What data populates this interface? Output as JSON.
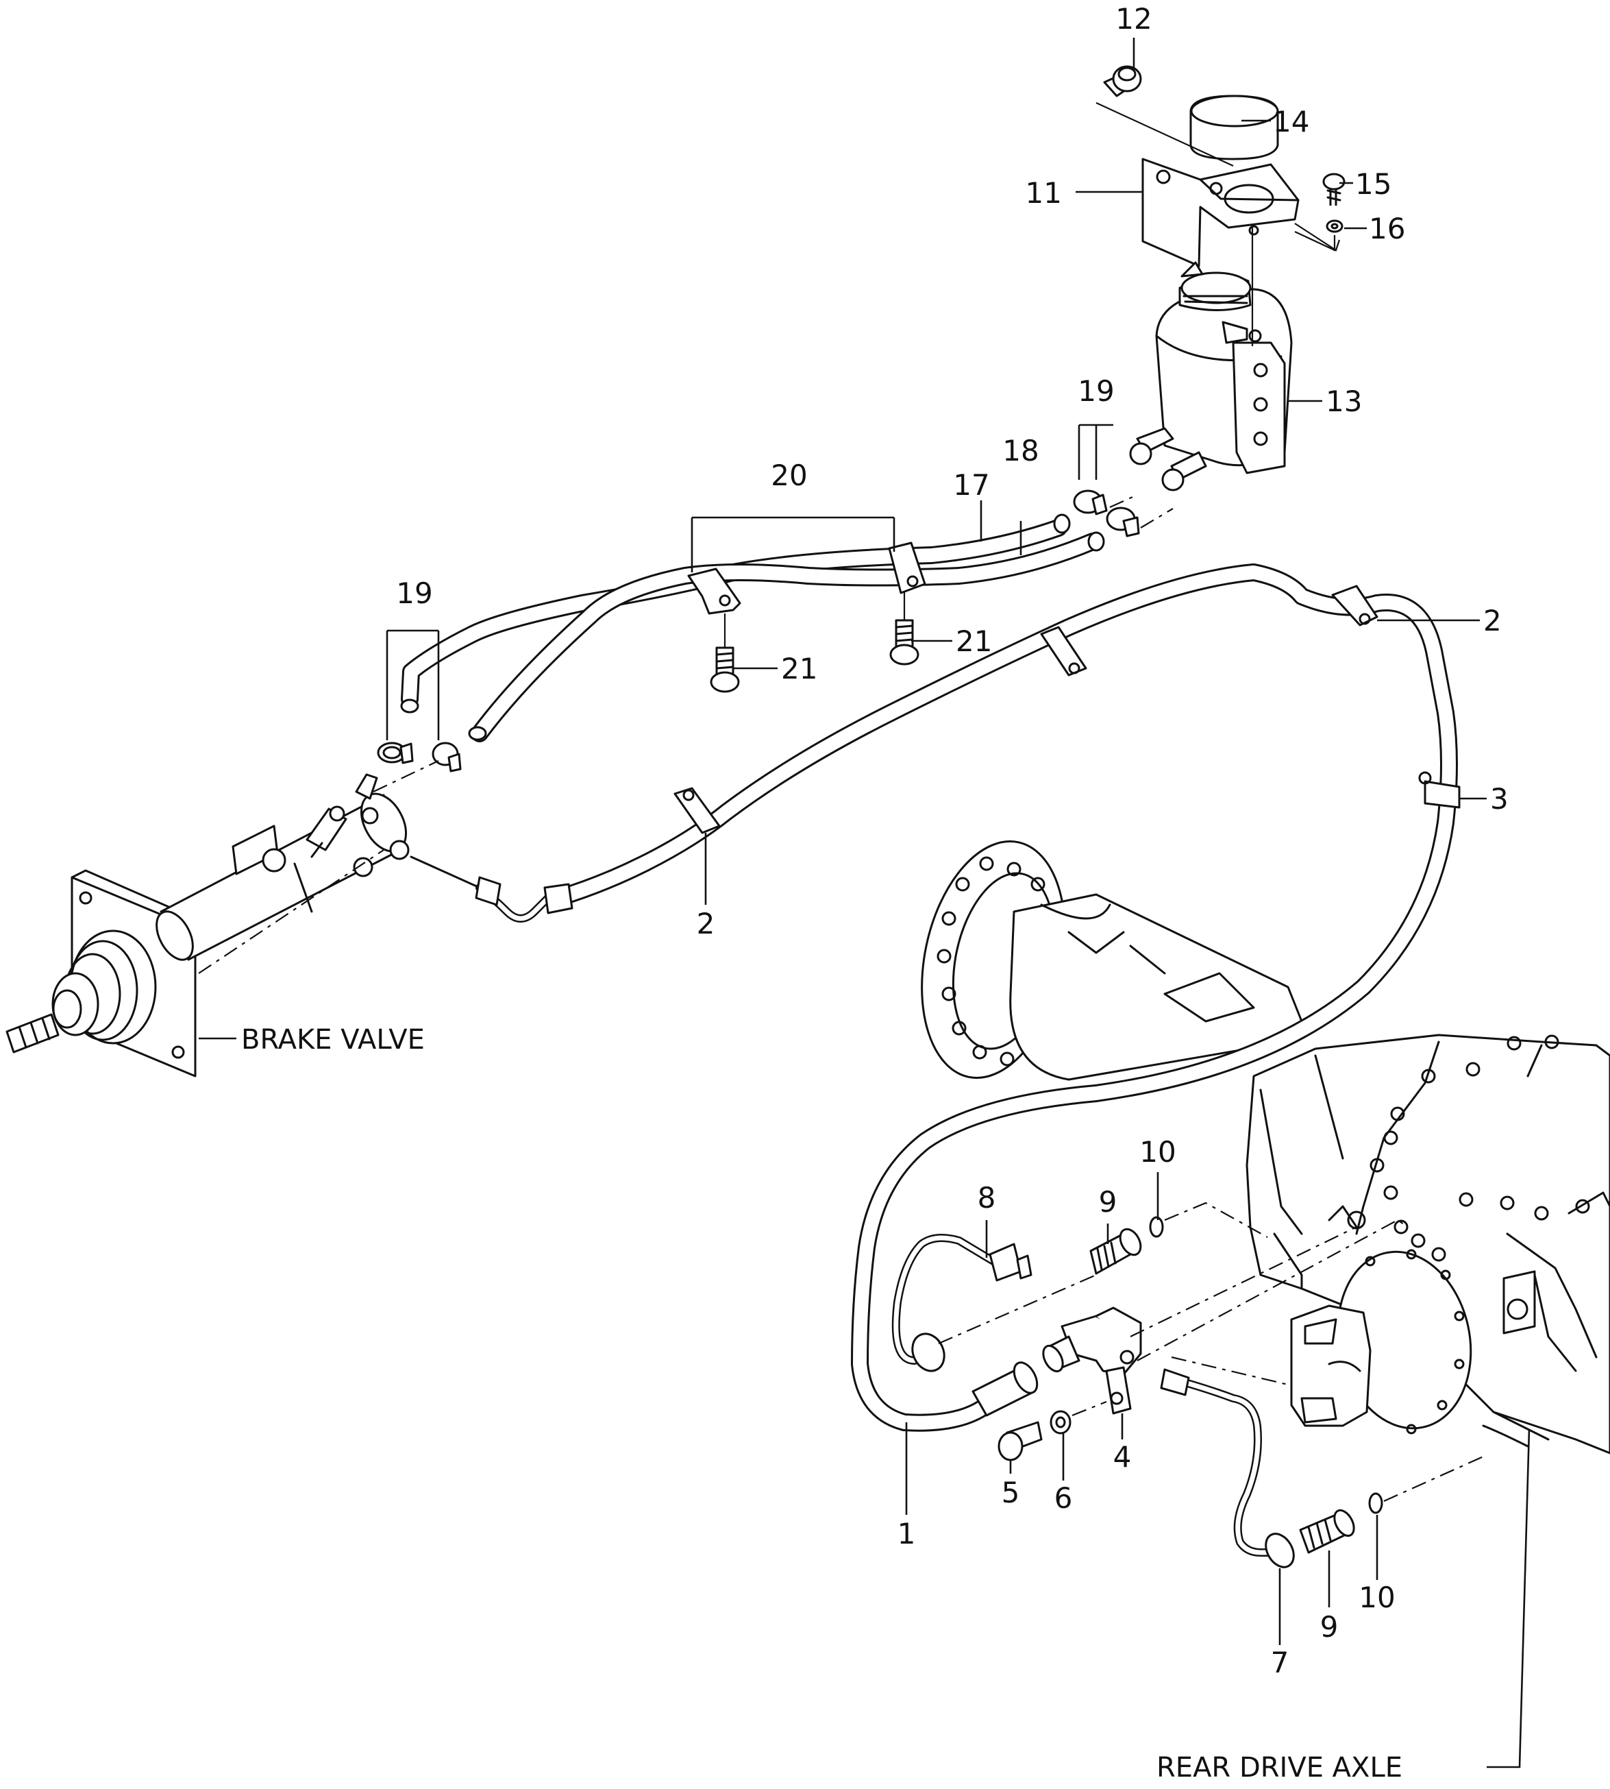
{
  "callouts": {
    "c1": "1",
    "c2a": "2",
    "c2b": "2",
    "c3": "3",
    "c4": "4",
    "c5": "5",
    "c6": "6",
    "c7": "7",
    "c8": "8",
    "c9a": "9",
    "c9b": "9",
    "c10a": "10",
    "c10b": "10",
    "c11": "11",
    "c12": "12",
    "c13": "13",
    "c14": "14",
    "c15": "15",
    "c16": "16",
    "c17": "17",
    "c18": "18",
    "c19a": "19",
    "c19b": "19",
    "c20": "20",
    "c21a": "21",
    "c21b": "21"
  },
  "notes": {
    "brake_valve": "BRAKE VALVE",
    "rear_drive_axle": "REAR DRIVE AXLE"
  }
}
